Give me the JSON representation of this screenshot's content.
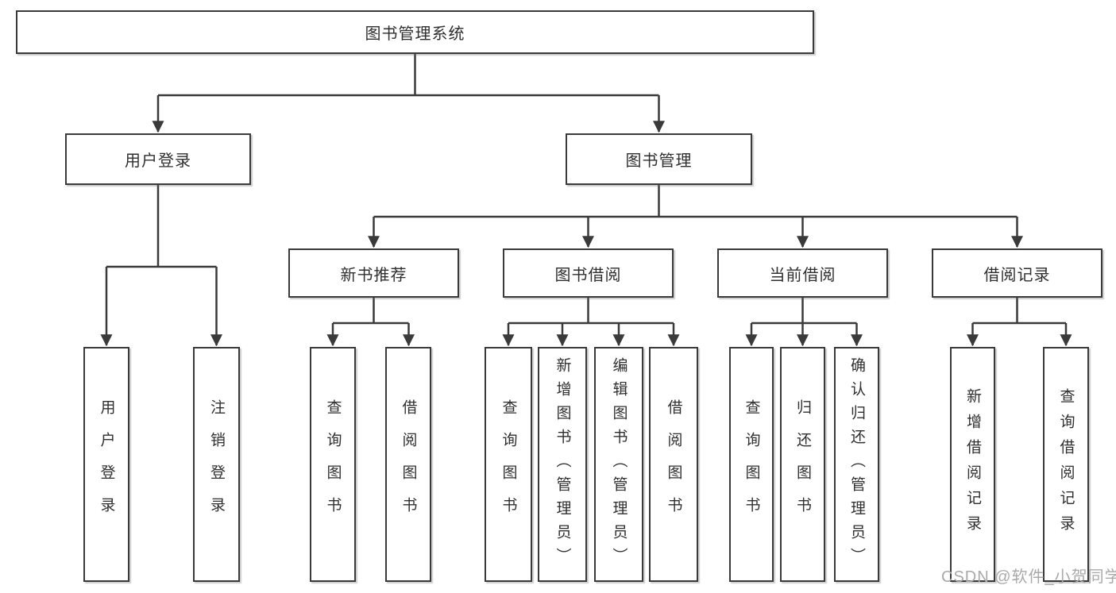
{
  "diagram": {
    "nodes": {
      "root": "图书管理系统",
      "user_login": "用户登录",
      "book_management": "图书管理",
      "new_book_recommend": "新书推荐",
      "book_borrowing": "图书借阅",
      "current_borrowing": "当前借阅",
      "borrowing_records": "借阅记录"
    },
    "leaves": {
      "user_login": [
        "用户登录",
        "注销登录"
      ],
      "new_book_recommend": [
        "查询图书",
        "借阅图书"
      ],
      "book_borrowing": [
        "查询图书",
        "新增图书（管理员）",
        "编辑图书（管理员）",
        "借阅图书"
      ],
      "current_borrowing": [
        "查询图书",
        "归还图书",
        "确认归还（管理员）"
      ],
      "borrowing_records": [
        "新增借阅记录",
        "查询借阅记录"
      ]
    }
  },
  "watermark": "CSDN @软件_小贺同学",
  "colors": {
    "line": "#3a3a3a",
    "text": "#2f2f2f",
    "watermark": "#a9a9a9",
    "background": "#ffffff"
  }
}
